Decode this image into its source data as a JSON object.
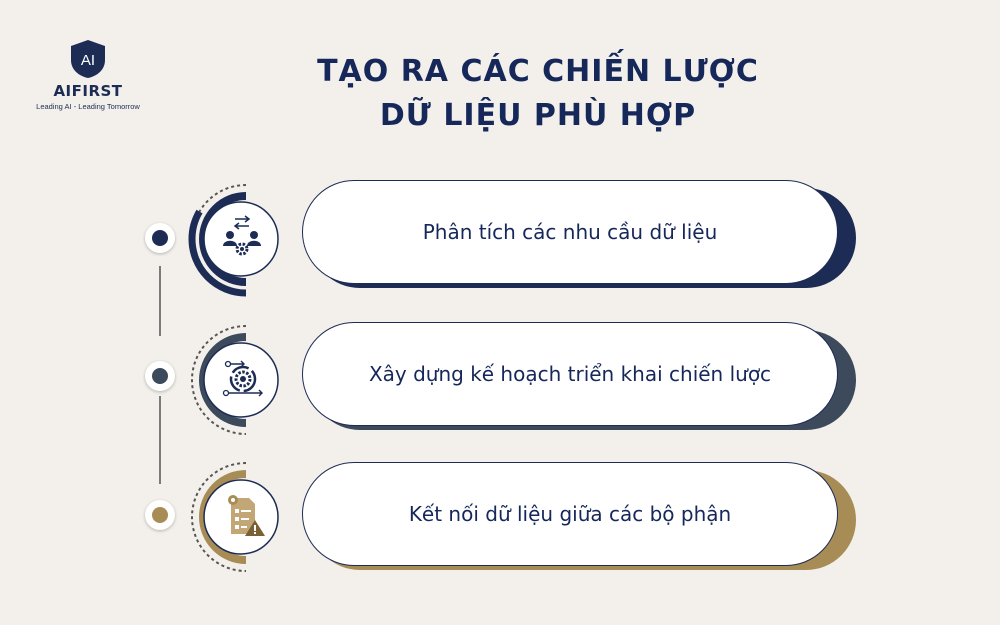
{
  "brand": {
    "name": "AIFIRST",
    "mark": "AI",
    "tagline": "Leading AI - Leading Tomorrow"
  },
  "title": {
    "line1": "TẠO RA CÁC CHIẾN LƯỢC",
    "line2": "DỮ LIỆU PHÙ HỢP"
  },
  "steps": [
    {
      "label": "Phân tích các nhu cầu dữ liệu",
      "icon": "people-exchange-gear-icon",
      "color": "#1d2c55"
    },
    {
      "label": "Xây dựng kế hoạch triển khai chiến lược",
      "icon": "process-cycle-icon",
      "color": "#3d4a5c"
    },
    {
      "label": "Kết nối dữ liệu giữa các bộ phận",
      "icon": "checklist-warning-icon",
      "color": "#a88c55"
    }
  ]
}
